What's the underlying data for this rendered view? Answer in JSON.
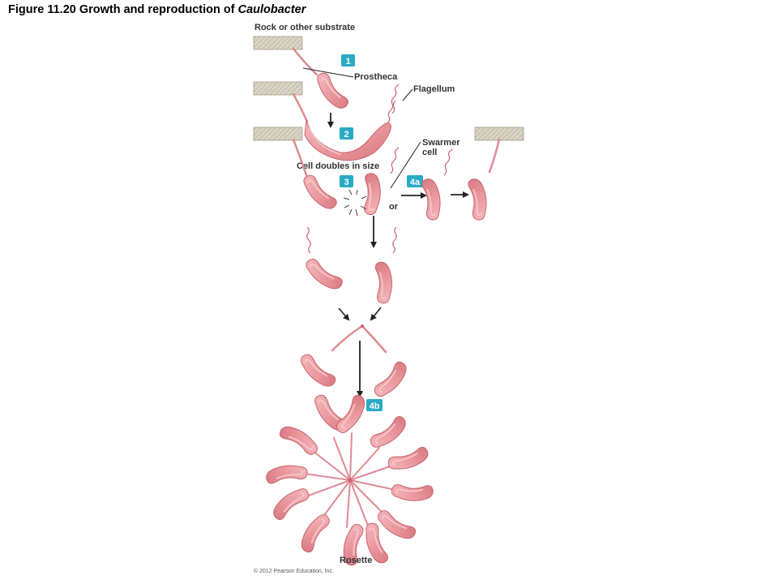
{
  "figure": {
    "title_prefix": "Figure 11.20  Growth and reproduction of ",
    "title_italic": "Caulobacter"
  },
  "labels": {
    "substrate": "Rock or other substrate",
    "prostheca": "Prostheca",
    "flagellum": "Flagellum",
    "swarmer_line1": "Swarmer",
    "swarmer_line2": "cell",
    "cell_doubles": "Cell doubles in size",
    "or": "or",
    "rosette": "Rosette"
  },
  "steps": {
    "s1": "1",
    "s2": "2",
    "s3": "3",
    "s4a": "4a",
    "s4b": "4b"
  },
  "copyright": "© 2012 Pearson Education, Inc.",
  "colors": {
    "cell_fill": "#e8959b",
    "cell_stroke": "#c8646d",
    "rock": "#d6d1c2",
    "badge": "#29a9c4",
    "arrow": "#222222"
  }
}
